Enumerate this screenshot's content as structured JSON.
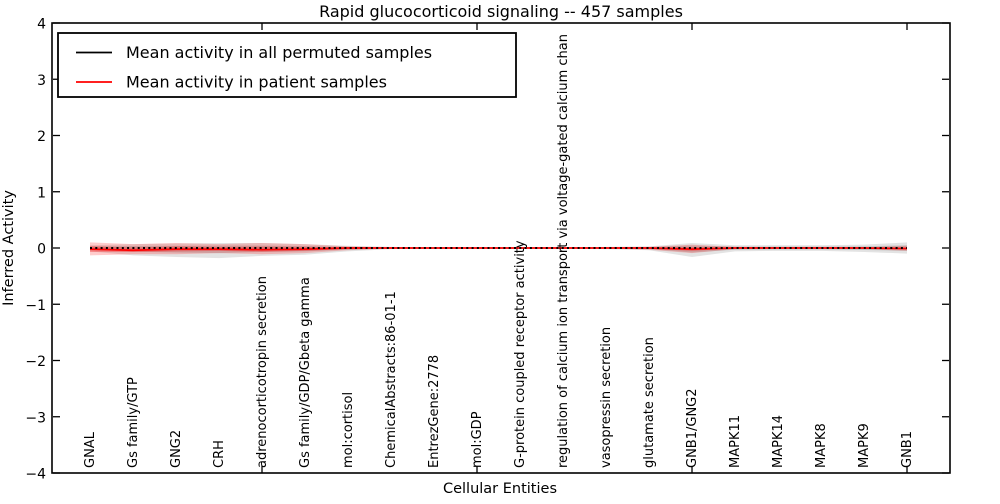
{
  "figure": {
    "title": "Rapid glucocorticoid signaling -- 457 samples",
    "xlabel": "Cellular Entities",
    "ylabel": "Inferred Activity",
    "legend": {
      "entries": [
        {
          "label": "Mean activity in all permuted samples",
          "color": "#000000"
        },
        {
          "label": "Mean activity in patient samples",
          "color": "#ff0000"
        }
      ]
    }
  },
  "chart_data": {
    "type": "line",
    "title": "Rapid glucocorticoid signaling -- 457 samples",
    "xlabel": "Cellular Entities",
    "ylabel": "Inferred Activity",
    "ylim": [
      -4,
      4
    ],
    "yticks": [
      4,
      3,
      2,
      1,
      0,
      -1,
      -2,
      -3,
      -4
    ],
    "ytick_labels": [
      "4",
      "3",
      "2",
      "1",
      "0",
      "−1",
      "−2",
      "−3",
      "−4"
    ],
    "xtick_positions": [
      4,
      9,
      14,
      19
    ],
    "grid": false,
    "legend_position": "upper left",
    "categories": [
      "GNAL",
      "Gs family/GTP",
      "GNG2",
      "CRH",
      "adrenocorticotropin secretion",
      "Gs family/GDP/Gbeta gamma",
      "mol:cortisol",
      "ChemicalAbstracts:86-01-1",
      "EntrezGene:2778",
      "mol:GDP",
      "G-protein coupled receptor activity",
      "regulation of calcium ion transport via voltage-gated calcium chan",
      "vasopressin secretion",
      "glutamate secretion",
      "GNB1/GNG2",
      "MAPK11",
      "MAPK14",
      "MAPK8",
      "MAPK9",
      "GNB1"
    ],
    "series": [
      {
        "name": "Mean activity in all permuted samples",
        "color": "#000000",
        "style": "dotted",
        "values": [
          0,
          0,
          0,
          0,
          0,
          0,
          0,
          0,
          0,
          0,
          0,
          0,
          0,
          0,
          0,
          0,
          0,
          0,
          0,
          0
        ]
      },
      {
        "name": "Mean activity in patient samples",
        "color": "#ff0000",
        "style": "solid",
        "values": [
          -0.02,
          -0.04,
          -0.02,
          -0.02,
          -0.03,
          -0.02,
          0,
          0,
          0,
          0,
          0,
          0,
          0,
          0,
          -0.02,
          0,
          0,
          0,
          0,
          -0.01
        ]
      }
    ],
    "bands": [
      {
        "name": "permuted samples range",
        "color": "#999999",
        "upper": [
          0.05,
          0.07,
          0.08,
          0.09,
          0.09,
          0.07,
          0.04,
          0.02,
          0.01,
          0.01,
          0.01,
          0.01,
          0.02,
          0.03,
          0.09,
          0.05,
          0.05,
          0.05,
          0.06,
          0.1
        ],
        "lower": [
          -0.06,
          -0.13,
          -0.16,
          -0.18,
          -0.14,
          -0.12,
          -0.06,
          -0.02,
          -0.01,
          -0.01,
          -0.01,
          -0.01,
          -0.02,
          -0.04,
          -0.16,
          -0.06,
          -0.05,
          -0.05,
          -0.07,
          -0.1
        ]
      },
      {
        "name": "patient samples range",
        "color": "#ff0000",
        "upper": [
          0.1,
          0.07,
          0.09,
          0.07,
          0.09,
          0.07,
          0.03,
          0.01,
          0.01,
          0.01,
          0.01,
          0.01,
          0.01,
          0.02,
          0.06,
          0.02,
          0.01,
          0.01,
          0.01,
          0.04
        ],
        "lower": [
          -0.13,
          -0.11,
          -0.11,
          -0.09,
          -0.11,
          -0.09,
          -0.04,
          -0.01,
          -0.01,
          -0.01,
          -0.01,
          -0.01,
          -0.01,
          -0.03,
          -0.09,
          -0.02,
          -0.01,
          -0.01,
          -0.02,
          -0.05
        ]
      }
    ]
  }
}
